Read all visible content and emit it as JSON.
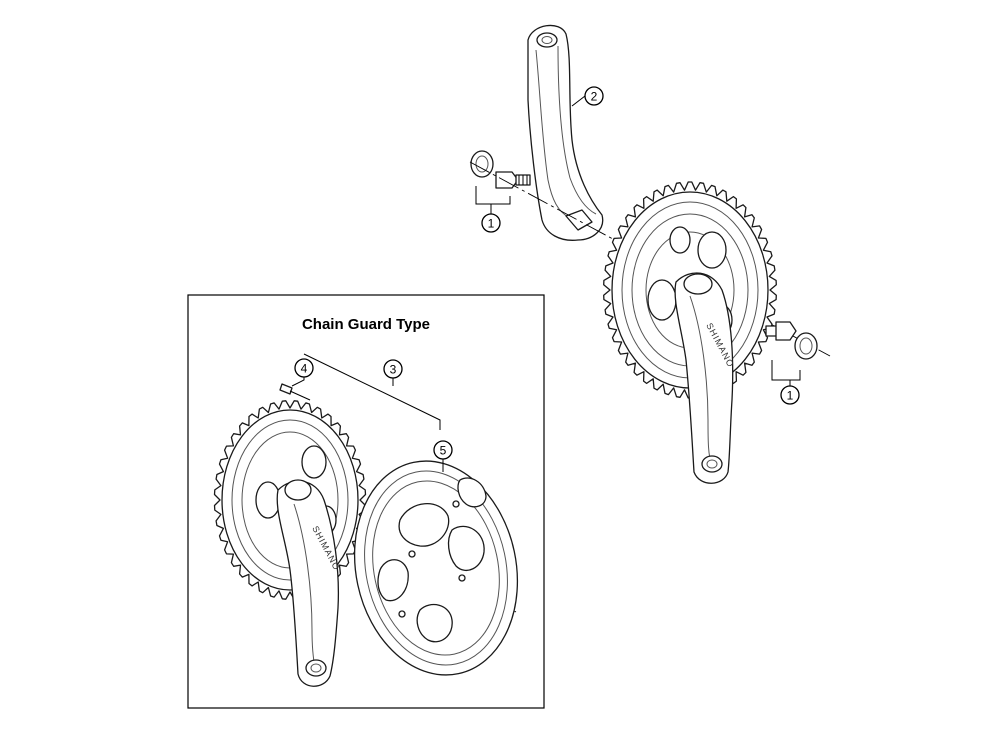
{
  "inset": {
    "title": "Chain Guard Type"
  },
  "brand_text": "SHIMANO",
  "callouts": [
    {
      "id": "left-crank-fixing-bolt",
      "label": "1"
    },
    {
      "id": "left-crank-arm",
      "label": "2"
    },
    {
      "id": "right-crank-fixing-bolt",
      "label": "1"
    },
    {
      "id": "chain-guard-assembly",
      "label": "3"
    },
    {
      "id": "chain-guard-fixing-bolt",
      "label": "4"
    },
    {
      "id": "chain-guard",
      "label": "5"
    }
  ]
}
